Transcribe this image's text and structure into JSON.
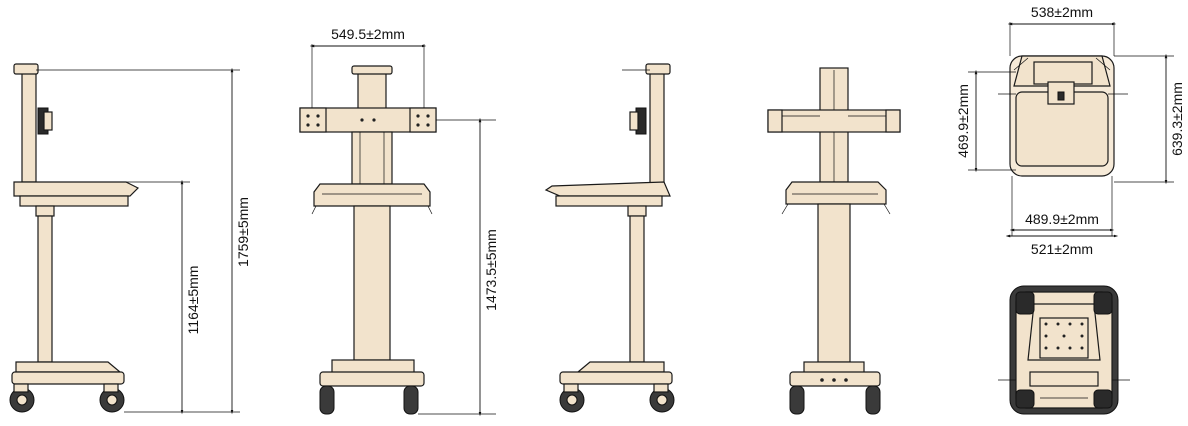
{
  "dimensions": {
    "side_height_total": "1759±5mm",
    "side_height_shelf": "1164±5mm",
    "front_width_arms": "549.5±2mm",
    "front_height_arms": "1473.5±5mm",
    "top_width_outer": "538±2mm",
    "top_depth_outer": "639.3±2mm",
    "top_depth_inner": "469.9±2mm",
    "top_width_inner": "489.9±2mm",
    "top_width_base": "521±2mm"
  },
  "colors": {
    "body": "#f2e3cc",
    "outline": "#1a1a1a",
    "wheel": "#3a3a3a"
  }
}
